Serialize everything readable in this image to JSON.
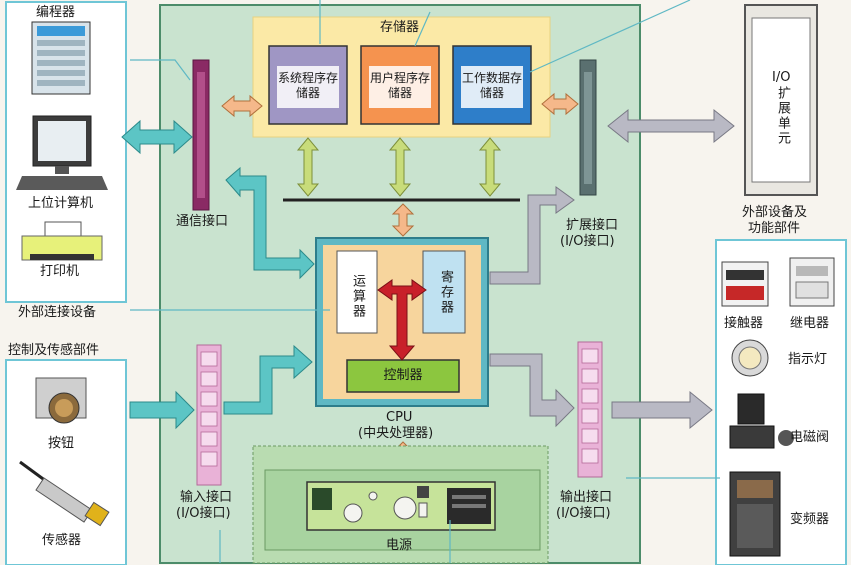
{
  "left_panel": {
    "programmer_label": "编程器",
    "computer_label": "上位计算机",
    "printer_label": "打印机",
    "group_label": "外部连接设备"
  },
  "sensor_panel": {
    "title": "控制及传感部件",
    "button_label": "按钮",
    "sensor_label": "传感器"
  },
  "memory": {
    "title": "存储器",
    "system_program": "系统程序存储器",
    "user_program": "用户程序存储器",
    "work_data": "工作数据存储器"
  },
  "interfaces": {
    "comm": "通信接口",
    "expansion_line1": "扩展接口",
    "expansion_line2": "(I/O接口)",
    "input_line1": "输入接口",
    "input_line2": "(I/O接口)",
    "output_line1": "输出接口",
    "output_line2": "(I/O接口)"
  },
  "cpu": {
    "alu": "运算器",
    "register": "寄存器",
    "controller": "控制器",
    "label_line1": "CPU",
    "label_line2": "(中央处理器)"
  },
  "power": {
    "label": "电源"
  },
  "io_expansion": {
    "label_line1": "I/O",
    "label_line2": "扩展单元",
    "group_line1": "外部设备及",
    "group_line2": "功能部件"
  },
  "right_devices": {
    "contactor": "接触器",
    "relay": "继电器",
    "indicator": "指示灯",
    "solenoid_valve": "电磁阀",
    "inverter": "变频器"
  },
  "colors": {
    "plc_body": "#c9e3cf",
    "memory_bg": "#fbe9a6",
    "system_mem": "#9f96c4",
    "user_mem": "#f5934f",
    "work_mem": "#2e7ec9",
    "cpu_bg": "#f7d59d",
    "controller": "#8cc63f",
    "arrow_cyan": "#5cc5c5",
    "arrow_green": "#c8dc7a",
    "arrow_orange": "#f5b88a",
    "arrow_red": "#c8202a",
    "arrow_gray": "#b9b9c4"
  }
}
